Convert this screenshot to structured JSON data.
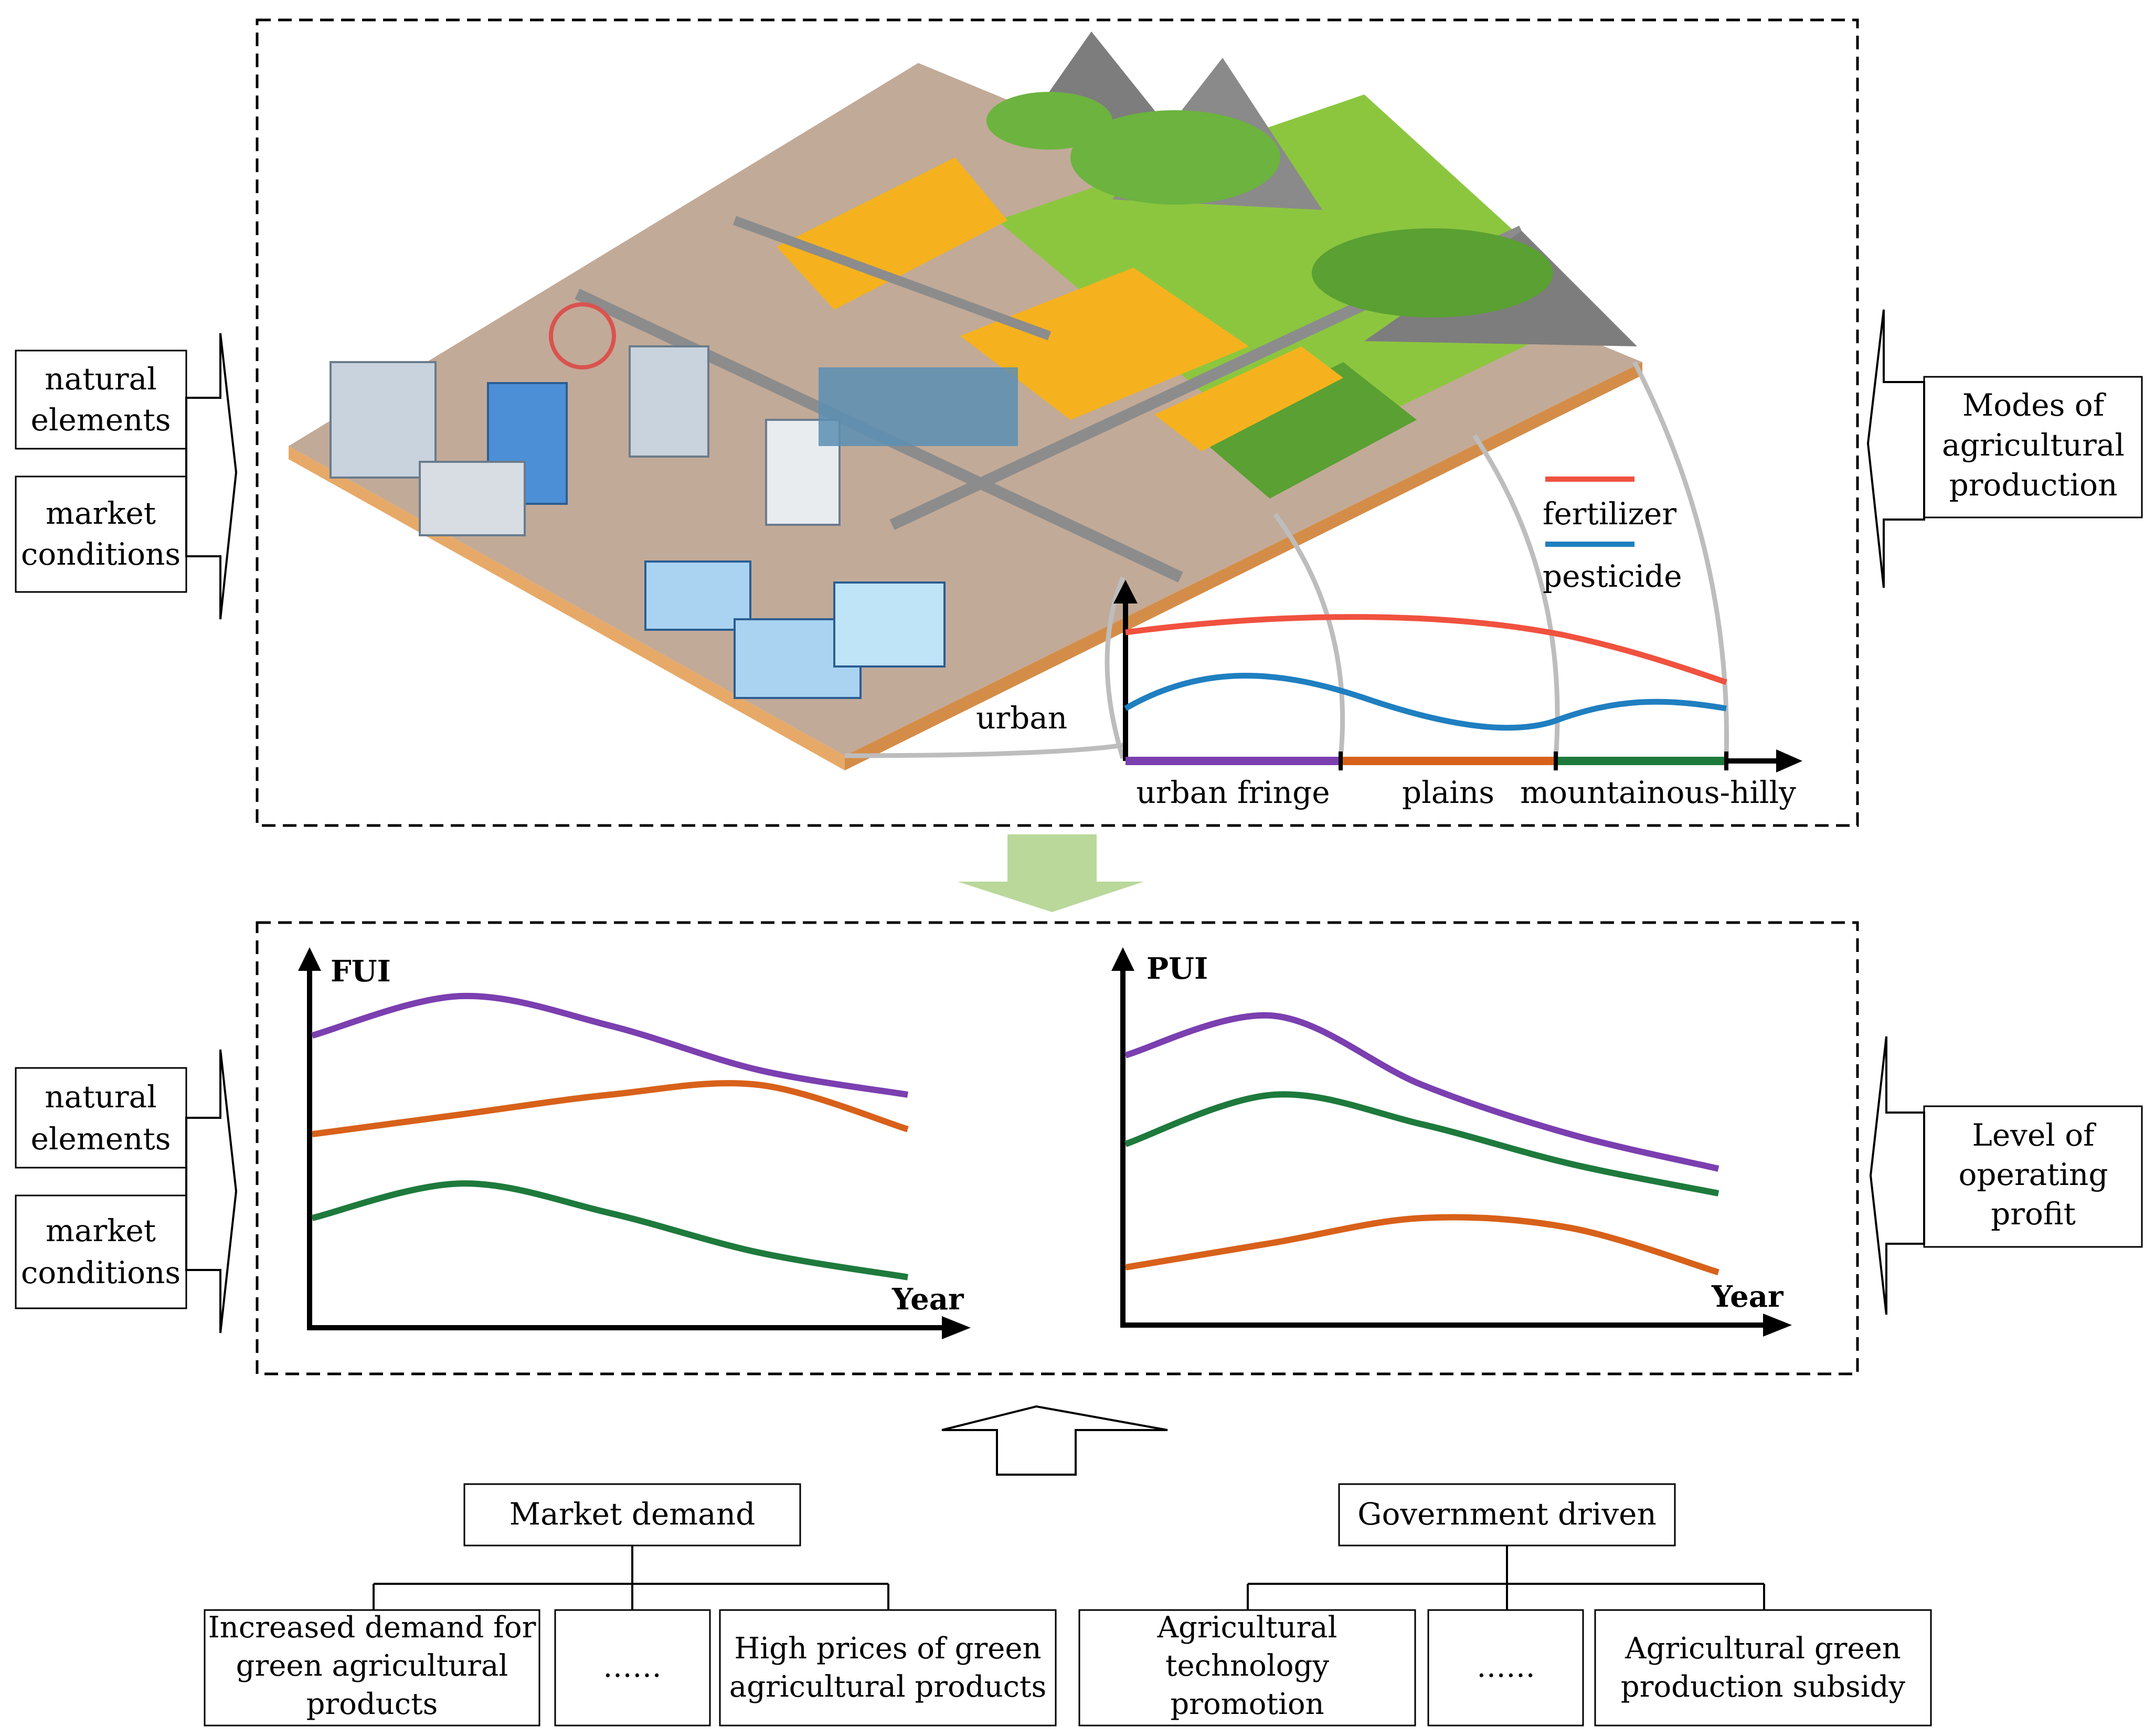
{
  "top_panel": {
    "left_factors": [
      "natural elements",
      "market conditions"
    ],
    "right_factor": "Modes of agricultural production",
    "legend": [
      {
        "label": "fertilizer",
        "color": "#f0523f"
      },
      {
        "label": "pesticide",
        "color": "#1f7fc0"
      }
    ],
    "zone_urban": "urban",
    "zones": [
      {
        "label": "urban fringe",
        "color": "#7b3fb0"
      },
      {
        "label": "plains",
        "color": "#d8611a"
      },
      {
        "label": "mountainous-hilly",
        "color": "#1e7a3c"
      }
    ],
    "illustration_icon": "isometric-city-to-mountain-landscape-icon"
  },
  "bottom_panel": {
    "left_factors": [
      "natural elements",
      "market conditions"
    ],
    "right_factor": "Level of operating profit",
    "chart_left": {
      "y_title": "FUI",
      "x_title": "Year"
    },
    "chart_right": {
      "y_title": "PUI",
      "x_title": "Year"
    }
  },
  "chart_data": [
    {
      "type": "line",
      "ylabel": "FUI",
      "xlabel": "Year",
      "series": [
        {
          "color": "#7b3fb0",
          "values": [
            0.72,
            0.8,
            0.74,
            0.65,
            0.6
          ]
        },
        {
          "color": "#d8611a",
          "values": [
            0.52,
            0.56,
            0.6,
            0.62,
            0.53
          ]
        },
        {
          "color": "#1e7a3c",
          "values": [
            0.35,
            0.42,
            0.36,
            0.28,
            0.23
          ]
        }
      ]
    },
    {
      "type": "line",
      "ylabel": "PUI",
      "xlabel": "Year",
      "series": [
        {
          "color": "#7b3fb0",
          "values": [
            0.68,
            0.76,
            0.62,
            0.52,
            0.45
          ]
        },
        {
          "color": "#1e7a3c",
          "values": [
            0.5,
            0.6,
            0.54,
            0.46,
            0.4
          ]
        },
        {
          "color": "#d8611a",
          "values": [
            0.25,
            0.3,
            0.35,
            0.33,
            0.24
          ]
        }
      ]
    }
  ],
  "drivers": {
    "market": {
      "title": "Market demand",
      "items": [
        "Increased demand for green agricultural products",
        "……",
        "High prices of green agricultural products"
      ]
    },
    "government": {
      "title": "Government driven",
      "items": [
        "Agricultural technology promotion",
        "……",
        "Agricultural green production subsidy"
      ]
    }
  },
  "colors": {
    "down_arrow": "#b9d89a",
    "outline": "#000000"
  }
}
